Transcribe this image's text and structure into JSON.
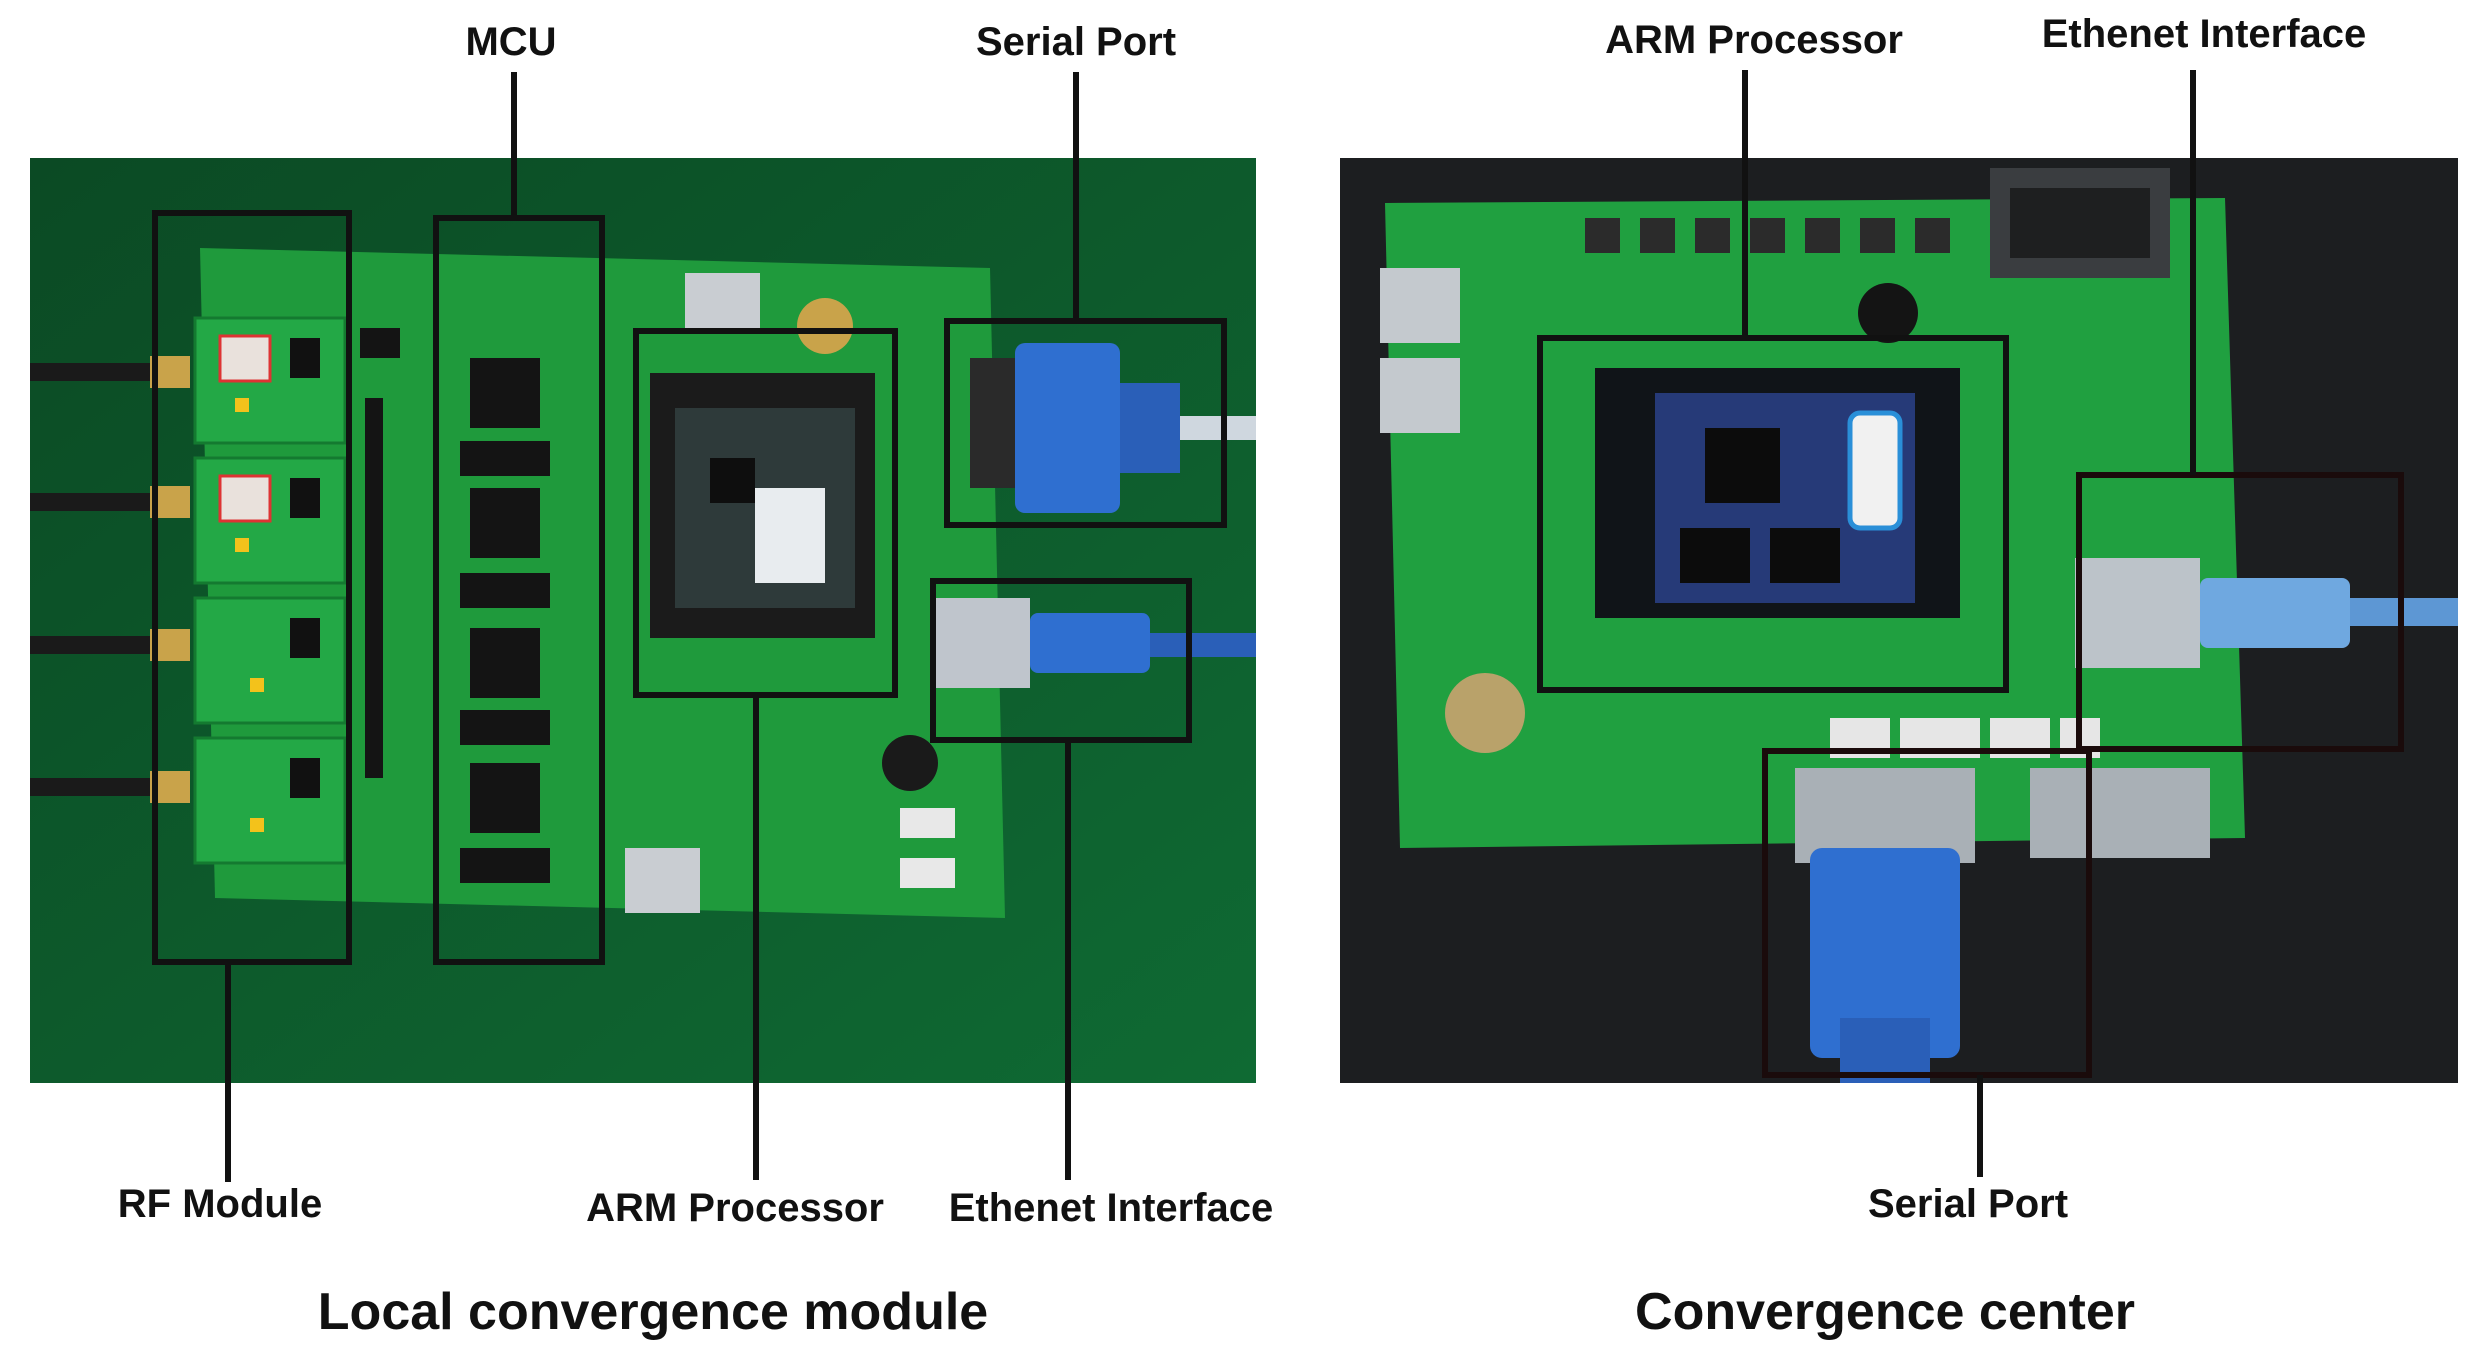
{
  "left_panel": {
    "caption": "Local convergence module",
    "labels": {
      "mcu": "MCU",
      "serial_port": "Serial Port",
      "rf_module": "RF Module",
      "arm_processor": "ARM Processor",
      "ethernet_interface": "Ethenet Interface"
    }
  },
  "right_panel": {
    "caption": "Convergence center",
    "labels": {
      "arm_processor": "ARM Processor",
      "ethernet_interface": "Ethenet Interface",
      "serial_port": "Serial Port"
    }
  },
  "colors": {
    "pcb_green": "#1f9a3c",
    "background_left": "#0f5a2c",
    "background_right": "#1c1e20",
    "connector_blue": "#2f6fd0",
    "annotation": "#111111"
  }
}
